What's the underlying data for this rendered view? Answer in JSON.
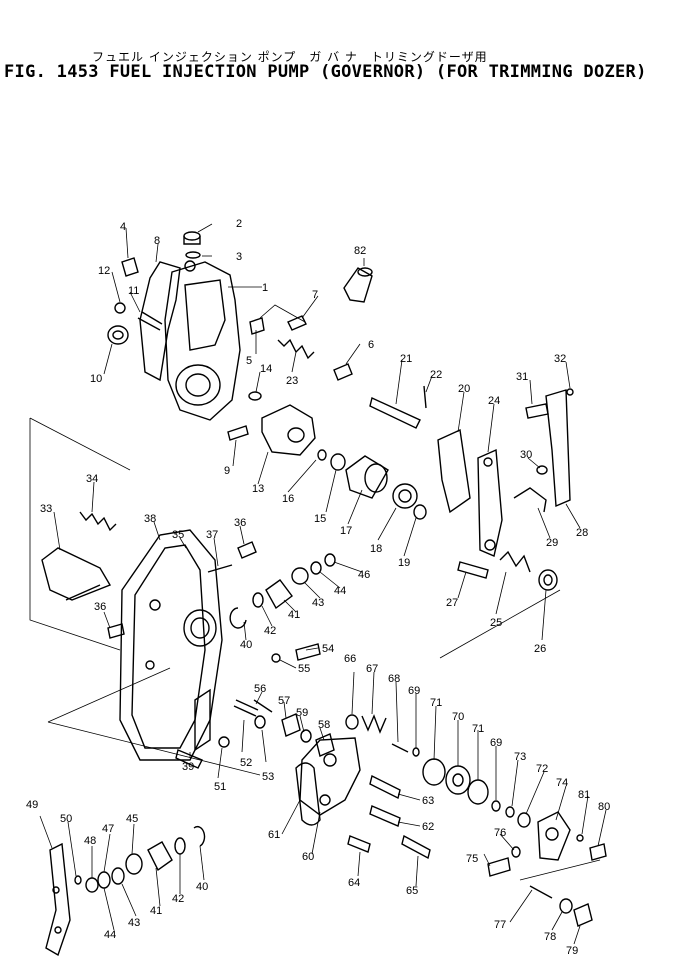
{
  "title_jp": "フュエル インジェクション ポンプ　ガ バ ナ　トリミングドーザ用",
  "title_en": "FIG. 1453  FUEL INJECTION PUMP (GOVERNOR) (FOR TRIMMING DOZER)",
  "parts": [
    {
      "label": "1"
    },
    {
      "label": "2"
    },
    {
      "label": "3"
    },
    {
      "label": "4"
    },
    {
      "label": "5"
    },
    {
      "label": "6"
    },
    {
      "label": "7"
    },
    {
      "label": "8"
    },
    {
      "label": "9"
    },
    {
      "label": "10"
    },
    {
      "label": "11"
    },
    {
      "label": "12"
    },
    {
      "label": "13"
    },
    {
      "label": "14"
    },
    {
      "label": "15"
    },
    {
      "label": "16"
    },
    {
      "label": "17"
    },
    {
      "label": "18"
    },
    {
      "label": "19"
    },
    {
      "label": "20"
    },
    {
      "label": "21"
    },
    {
      "label": "22"
    },
    {
      "label": "23"
    },
    {
      "label": "24"
    },
    {
      "label": "25"
    },
    {
      "label": "26"
    },
    {
      "label": "27"
    },
    {
      "label": "28"
    },
    {
      "label": "29"
    },
    {
      "label": "30"
    },
    {
      "label": "31"
    },
    {
      "label": "32"
    },
    {
      "label": "33"
    },
    {
      "label": "34"
    },
    {
      "label": "35"
    },
    {
      "label": "36"
    },
    {
      "label": "36"
    },
    {
      "label": "37"
    },
    {
      "label": "38"
    },
    {
      "label": "39"
    },
    {
      "label": "40"
    },
    {
      "label": "40"
    },
    {
      "label": "41"
    },
    {
      "label": "41"
    },
    {
      "label": "42"
    },
    {
      "label": "42"
    },
    {
      "label": "43"
    },
    {
      "label": "43"
    },
    {
      "label": "44"
    },
    {
      "label": "44"
    },
    {
      "label": "45"
    },
    {
      "label": "46"
    },
    {
      "label": "47"
    },
    {
      "label": "48"
    },
    {
      "label": "49"
    },
    {
      "label": "50"
    },
    {
      "label": "51"
    },
    {
      "label": "52"
    },
    {
      "label": "53"
    },
    {
      "label": "54"
    },
    {
      "label": "55"
    },
    {
      "label": "56"
    },
    {
      "label": "57"
    },
    {
      "label": "58"
    },
    {
      "label": "59"
    },
    {
      "label": "60"
    },
    {
      "label": "61"
    },
    {
      "label": "62"
    },
    {
      "label": "63"
    },
    {
      "label": "64"
    },
    {
      "label": "65"
    },
    {
      "label": "66"
    },
    {
      "label": "67"
    },
    {
      "label": "68"
    },
    {
      "label": "69"
    },
    {
      "label": "69"
    },
    {
      "label": "70"
    },
    {
      "label": "71"
    },
    {
      "label": "71"
    },
    {
      "label": "72"
    },
    {
      "label": "73"
    },
    {
      "label": "74"
    },
    {
      "label": "75"
    },
    {
      "label": "76"
    },
    {
      "label": "77"
    },
    {
      "label": "78"
    },
    {
      "label": "79"
    },
    {
      "label": "80"
    },
    {
      "label": "81"
    },
    {
      "label": "82"
    }
  ]
}
